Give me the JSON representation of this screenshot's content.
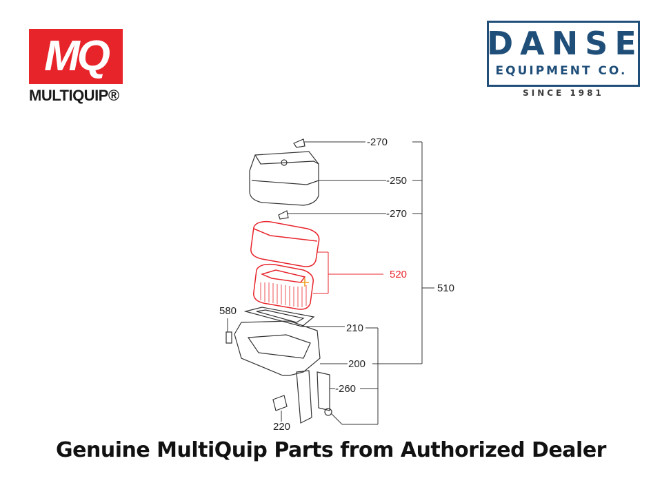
{
  "brand_left": {
    "mark": "MQ",
    "wordmark": "MULTIQUIP®",
    "color": "#e8242b"
  },
  "brand_right": {
    "name": "DANSE",
    "subtitle": "EQUIPMENT CO.",
    "since": "SINCE 1981",
    "color": "#1f4e79"
  },
  "diagram": {
    "callouts": [
      {
        "id": "270a",
        "label": "-270"
      },
      {
        "id": "250",
        "label": "-250"
      },
      {
        "id": "270b",
        "label": "-270"
      },
      {
        "id": "520",
        "label": "520",
        "highlight": true
      },
      {
        "id": "510",
        "label": "510"
      },
      {
        "id": "580",
        "label": "580"
      },
      {
        "id": "210",
        "label": "210"
      },
      {
        "id": "200",
        "label": "200"
      },
      {
        "id": "260",
        "label": "-260"
      },
      {
        "id": "220",
        "label": "220"
      }
    ],
    "highlight_color": "#e8242b"
  },
  "footer": {
    "text": "Genuine MultiQuip Parts from Authorized Dealer"
  }
}
